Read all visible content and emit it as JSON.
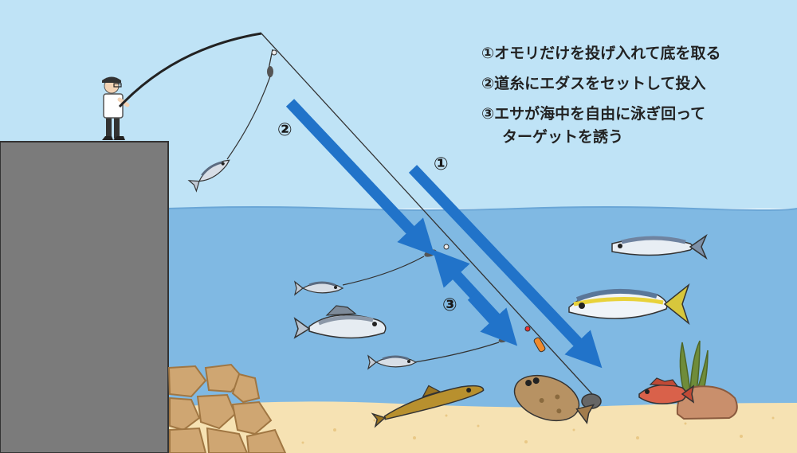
{
  "instructions": [
    {
      "num": "①",
      "text": "オモリだけを投げ入れて底を取る"
    },
    {
      "num": "②",
      "text": "道糸にエダスをセットして投入"
    },
    {
      "num": "③",
      "text": "エサが海中を自由に泳ぎ回って",
      "text2": "ターゲットを誘う"
    }
  ],
  "arrow_labels": {
    "one": "①",
    "two": "②",
    "three": "③"
  },
  "colors": {
    "sky": "#bfe3f6",
    "sea": "#7fb9e4",
    "sand": "#f6e3b4",
    "pier": "#7b7b7b",
    "arrow": "#2173c9",
    "rock": "#cfa672"
  }
}
